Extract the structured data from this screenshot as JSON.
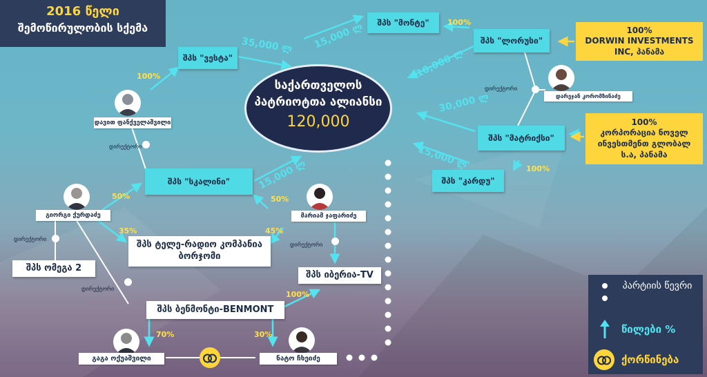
{
  "header": {
    "year": "2016 წელი",
    "subtitle": "შემოწირულობის სქემა"
  },
  "center": {
    "line1": "საქართველოს",
    "line2": "პატრიოტთა ალიანსი",
    "amount": "120,000"
  },
  "companies": {
    "monte": "შპს \"მონტე\"",
    "lorusi": "შპს \"ლორუსი\"",
    "vesta": "შპს \"ვესტა\"",
    "matrix": "შპს \"მატრიქსი\"",
    "kardu": "შპს \"კარდუ\"",
    "skalini": "შპს \"სკალინი\"",
    "borjomi": "შპს ტელე-რადიო კომპანია ბორჯომი",
    "omega": "შპს ომეგა 2",
    "iberia": "შპს იბერია-TV",
    "benmont": "შპს ბენმონტი-BENMONT"
  },
  "owners": {
    "dorwin": {
      "pct": "100%",
      "name": "DORWIN INVESTMENTS INC, პანამა"
    },
    "novel": {
      "pct": "100%",
      "name": "კორპორაცია ნოველ ინვესთმენთ გლობალ ს.ა, პანამა"
    }
  },
  "people": {
    "davit": "დავით ფანქველაშვილი",
    "gorgi": "გიორგი ქურდაძე",
    "mariam": "მარიამ ჯაფარიძე",
    "gaga": "გაგა ოქუაშვილი",
    "nato": "ნატო ჩხეიძე",
    "darejan": "დარეჯან კორომზინაძე"
  },
  "amounts": {
    "monte": "15,000 ლ",
    "lorusi": "10,000 ლ",
    "vesta": "35,000 ლ",
    "matrix": "30,000 ლ",
    "kardu": "15,000 ლ",
    "skalini": "15,000 ლ"
  },
  "percents": {
    "lorusi_monte": "100%",
    "davit_vesta": "100%",
    "matrix_kardu": "100%",
    "gorgi_skalini": "50%",
    "mariam_skalini": "50%",
    "gorgi_borjomi": "35%",
    "mariam_borjomi": "45%",
    "benmont_iberia": "100%",
    "gaga_benmont": "70%",
    "nato_benmont": "30%"
  },
  "director_label": "დირექტორი",
  "legend": {
    "member": "პარტიის წევრი",
    "share": "წილები %",
    "marriage": "ქორწინება"
  },
  "colors": {
    "accent": "#4fdae6",
    "yellow": "#ffd53e",
    "navy": "#1f2a4c",
    "percent": "#ffe14d"
  }
}
